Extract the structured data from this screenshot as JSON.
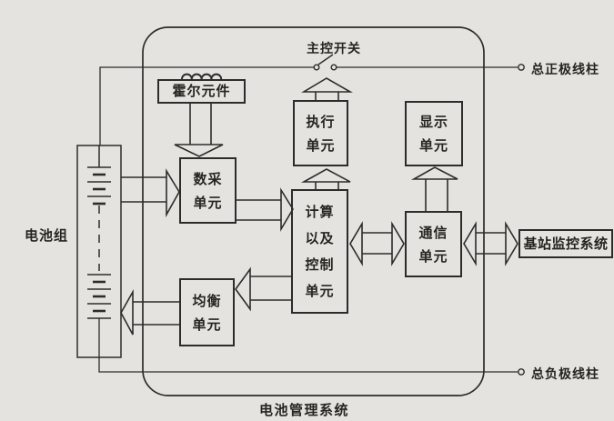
{
  "diagram_type": "block-diagram",
  "colors": {
    "ink": "#2d2c2a",
    "paper": "#e4e3df"
  },
  "nodes": {
    "hall": "霍尔元件",
    "acquisition": "数采单元",
    "execution": "执行单元",
    "display": "显示单元",
    "compute": "计算以及控制单元",
    "communication": "通信单元",
    "balance": "均衡单元",
    "base_station": "基站监控系统"
  },
  "labels": {
    "battery_pack": "电池组",
    "main_switch": "主控开关",
    "positive_terminal": "总正极线柱",
    "negative_terminal": "总负极线柱",
    "bms": "电池管理系统"
  },
  "edges": [
    {
      "from": "电池组",
      "to": "数采单元",
      "type": "arrow"
    },
    {
      "from": "霍尔元件",
      "to": "数采单元",
      "type": "arrow"
    },
    {
      "from": "数采单元",
      "to": "计算以及控制单元",
      "type": "arrow"
    },
    {
      "from": "计算以及控制单元",
      "to": "执行单元",
      "type": "arrow"
    },
    {
      "from": "执行单元",
      "to": "主控开关",
      "type": "arrow"
    },
    {
      "from": "通信单元",
      "to": "显示单元",
      "type": "arrow"
    },
    {
      "from": "计算以及控制单元",
      "to": "通信单元",
      "type": "double-arrow"
    },
    {
      "from": "通信单元",
      "to": "基站监控系统",
      "type": "double-arrow"
    },
    {
      "from": "计算以及控制单元",
      "to": "均衡单元",
      "type": "arrow"
    },
    {
      "from": "均衡单元",
      "to": "电池组",
      "type": "arrow"
    },
    {
      "from": "电池组",
      "to": "总正极线柱",
      "type": "wire-through-主控开关"
    },
    {
      "from": "电池组",
      "to": "总负极线柱",
      "type": "wire"
    }
  ]
}
